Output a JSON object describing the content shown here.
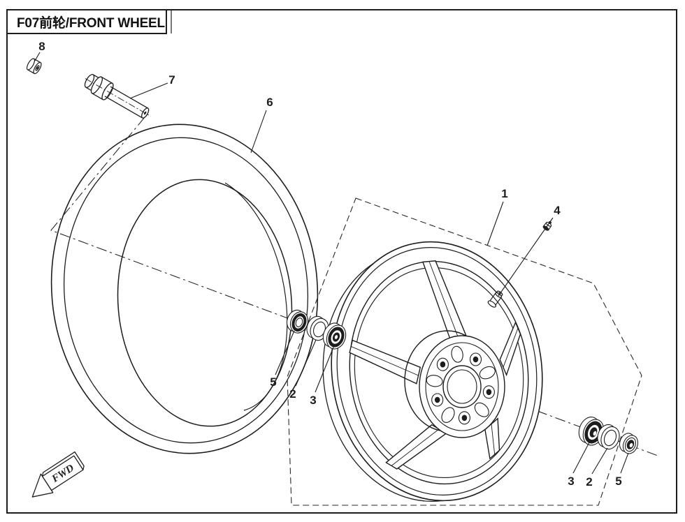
{
  "title": "F07前轮/FRONT WHEEL",
  "direction_arrow": "FWD",
  "colors": {
    "ink": "#1d1d1d",
    "paper": "#ffffff"
  },
  "callouts": [
    {
      "part": "wheel-rim",
      "label": "1"
    },
    {
      "part": "spacer-left",
      "label": "2"
    },
    {
      "part": "bearing-left",
      "label": "3"
    },
    {
      "part": "valve-cap",
      "label": "4"
    },
    {
      "part": "oil-seal-left",
      "label": "5"
    },
    {
      "part": "tire",
      "label": "6"
    },
    {
      "part": "axle",
      "label": "7"
    },
    {
      "part": "axle-bushing",
      "label": "8"
    },
    {
      "part": "bearing-right",
      "label": "3"
    },
    {
      "part": "spacer-right",
      "label": "2"
    },
    {
      "part": "oil-seal-right",
      "label": "5"
    }
  ]
}
